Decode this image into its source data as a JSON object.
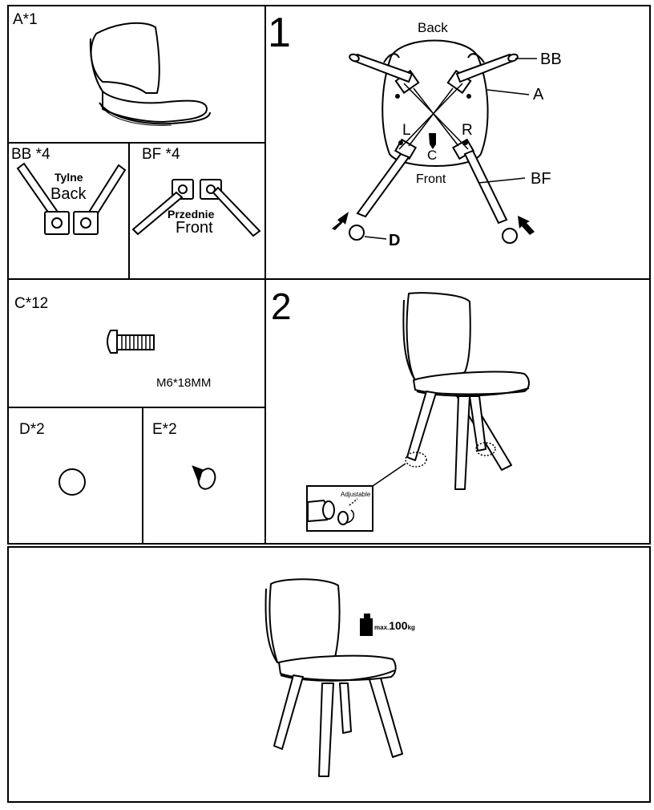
{
  "parts": {
    "a": {
      "label": "A*1"
    },
    "bb": {
      "label": "BB *4",
      "sub_pl": "Tylne",
      "sub_en": "Back"
    },
    "bf": {
      "label": "BF *4",
      "sub_pl": "Przednie",
      "sub_en": "Front"
    },
    "c": {
      "label": "C*12",
      "spec": "M6*18MM"
    },
    "d": {
      "label": "D*2"
    },
    "e": {
      "label": "E*2"
    }
  },
  "step1": {
    "number": "1",
    "back": "Back",
    "front": "Front",
    "left": "L",
    "right": "R",
    "screw": "C",
    "callout_bb": "BB",
    "callout_a": "A",
    "callout_bf": "BF",
    "callout_d": "D"
  },
  "step2": {
    "number": "2",
    "adjustable": "Adjustable"
  },
  "final": {
    "max_prefix": "max.",
    "max_value": "100",
    "max_unit": "kg"
  }
}
